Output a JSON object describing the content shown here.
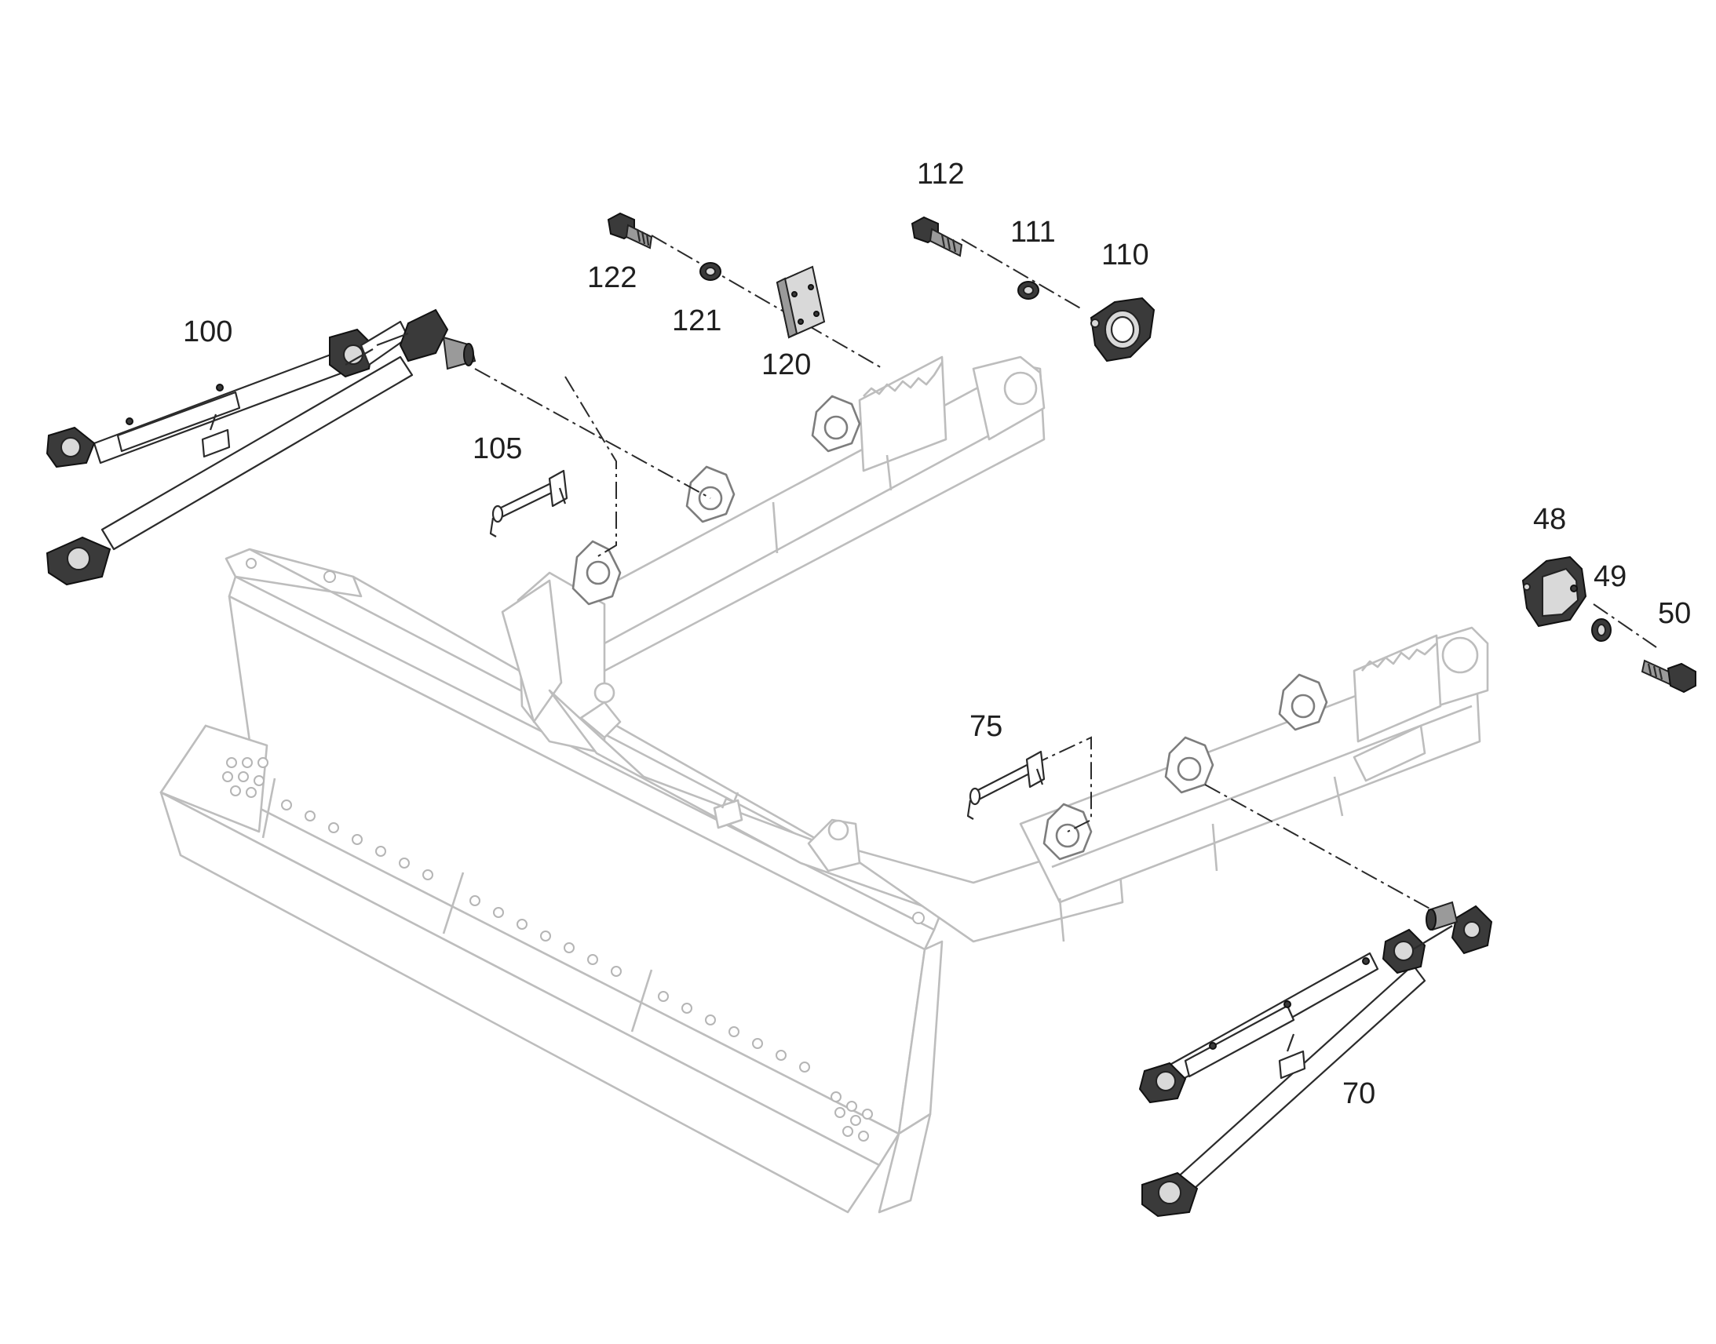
{
  "callouts": [
    {
      "id": "112",
      "label": "112"
    },
    {
      "id": "111",
      "label": "111"
    },
    {
      "id": "110",
      "label": "110"
    },
    {
      "id": "122",
      "label": "122"
    },
    {
      "id": "121",
      "label": "121"
    },
    {
      "id": "120",
      "label": "120"
    },
    {
      "id": "100",
      "label": "100"
    },
    {
      "id": "105",
      "label": "105"
    },
    {
      "id": "48",
      "label": "48"
    },
    {
      "id": "49",
      "label": "49"
    },
    {
      "id": "50",
      "label": "50"
    },
    {
      "id": "75",
      "label": "75"
    },
    {
      "id": "70",
      "label": "70"
    }
  ]
}
